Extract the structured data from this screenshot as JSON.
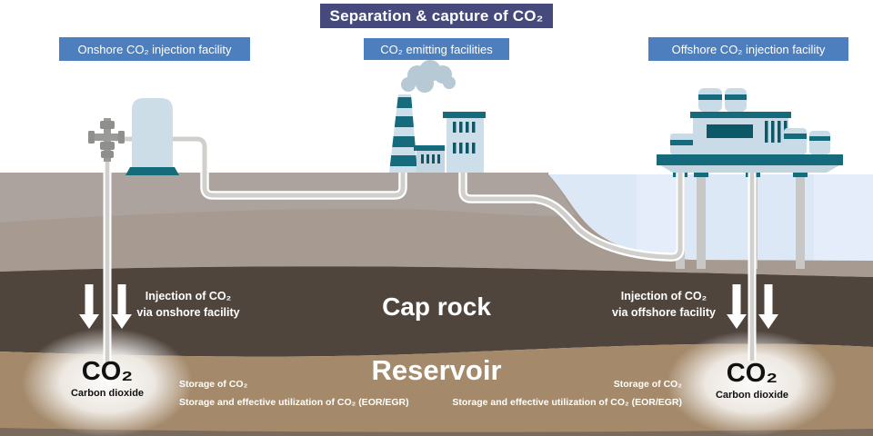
{
  "title": {
    "label": "Separation & capture of CO₂"
  },
  "facility_labels": {
    "onshore": "Onshore CO₂ injection facility",
    "emitting": "CO₂ emitting facilities",
    "offshore": "Offshore CO₂ injection facility"
  },
  "geo_layers": {
    "cap_rock": "Cap rock",
    "reservoir": "Reservoir"
  },
  "injection": {
    "onshore": {
      "line1": "Injection of CO₂",
      "line2": "via onshore facility"
    },
    "offshore": {
      "line1": "Injection of CO₂",
      "line2": "via offshore facility"
    }
  },
  "co2_markers": {
    "left": {
      "symbol": "CO₂",
      "label": "Carbon dioxide"
    },
    "right": {
      "symbol": "CO₂",
      "label": "Carbon dioxide"
    }
  },
  "reservoir_annotations": {
    "left": {
      "line1": "Storage of CO₂",
      "line2": "Storage and effective utilization of CO₂ (EOR/EGR)"
    },
    "right": {
      "line1": "Storage of CO₂",
      "line2": "Storage and effective utilization of CO₂ (EOR/EGR)"
    }
  },
  "icons": {
    "down_arrow": "↓"
  },
  "colors": {
    "title_bg": "#45497b",
    "label_bg": "#4d7fbe",
    "text_light": "#ffffff",
    "co2_text": "#111111",
    "teal": "#156a7c",
    "window_teal": "#0d5867",
    "facility_blue": "#ccdde8",
    "smoke_gray": "#b6c9d4",
    "water_blue": "#dde8f6",
    "soil_top": "#ada39e",
    "soil_mid": "#a79a90",
    "cap_rock_brown": "#50453d",
    "reservoir_brown": "#a48a6b",
    "basement_brown": "#7a6a5b",
    "pipe_gray": "#d0cfcc"
  }
}
